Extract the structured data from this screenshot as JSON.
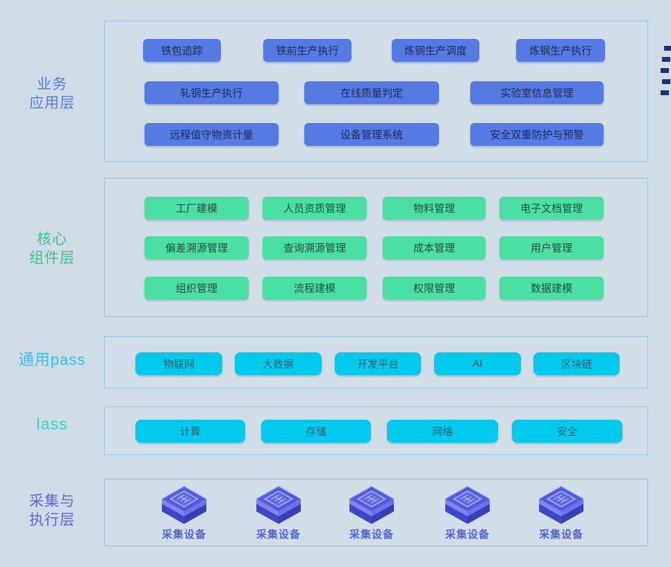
{
  "page": {
    "background_color": "#cfdce6",
    "decor_square_color": "#1e3472",
    "decor_square_count": 5
  },
  "layers": {
    "business": {
      "label_lines": [
        "业务",
        "应用层"
      ],
      "label_color": "#5b7ce5",
      "button_color": "#567ae3",
      "rows": [
        [
          "铁包追踪",
          "铁前生产执行",
          "炼钢生产调度",
          "炼钢生产执行"
        ],
        [
          "轧钢生产执行",
          "在线质量判定",
          "实验室信息管理"
        ],
        [
          "远程值守物资计量",
          "设备管理系统",
          "安全双重防护与预警"
        ]
      ]
    },
    "core": {
      "label_lines": [
        "核心",
        "组件层"
      ],
      "label_color": "#3ec487",
      "button_color": "#4be0a3",
      "rows": [
        [
          "工厂建模",
          "人员资质管理",
          "物料管理",
          "电子文档管理"
        ],
        [
          "偏差溯源管理",
          "查询溯源管理",
          "成本管理",
          "用户管理"
        ],
        [
          "组织管理",
          "流程建模",
          "权限管理",
          "数据建模"
        ]
      ]
    },
    "paas": {
      "label": "通用pass",
      "label_color": "#2bc6f0",
      "button_color": "#00cbee",
      "items": [
        "物联网",
        "大数据",
        "开发平台",
        "AI",
        "区块链"
      ]
    },
    "iaas": {
      "label": "lass",
      "label_color": "#30d8cc",
      "button_color": "#00cbee",
      "items": [
        "计算",
        "存储",
        "网络",
        "安全"
      ]
    },
    "devices": {
      "label_lines": [
        "采集与",
        "执行层"
      ],
      "label_color": "#6a63de",
      "device_label": "采集设备",
      "device_count": 5,
      "icon": "isometric-chip-cube-icon"
    }
  }
}
